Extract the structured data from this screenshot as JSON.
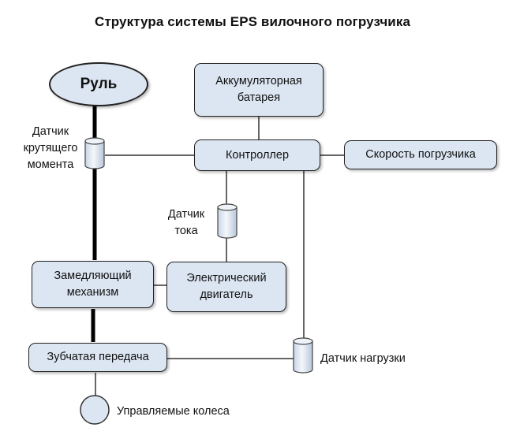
{
  "title": "Структура системы EPS вилочного погрузчика",
  "nodes": {
    "steering_wheel": "Руль",
    "battery": "Аккумуляторная\nбатарея",
    "controller": "Контроллер",
    "forklift_speed": "Скорость погрузчика",
    "reduction_mechanism": "Замедляющий\nмеханизм",
    "electric_motor": "Электрический\nдвигатель",
    "gear_transmission": "Зубчатая передача"
  },
  "labels": {
    "torque_sensor": "Датчик\nкрутящего\nмомента",
    "current_sensor": "Датчик\nтока",
    "load_sensor": "Датчик нагрузки",
    "steered_wheels": "Управляемые колеса"
  },
  "colors": {
    "box_fill": "#dce6f2",
    "box_border": "#222222",
    "thick_line": "#000000",
    "thin_line": "#333333"
  }
}
